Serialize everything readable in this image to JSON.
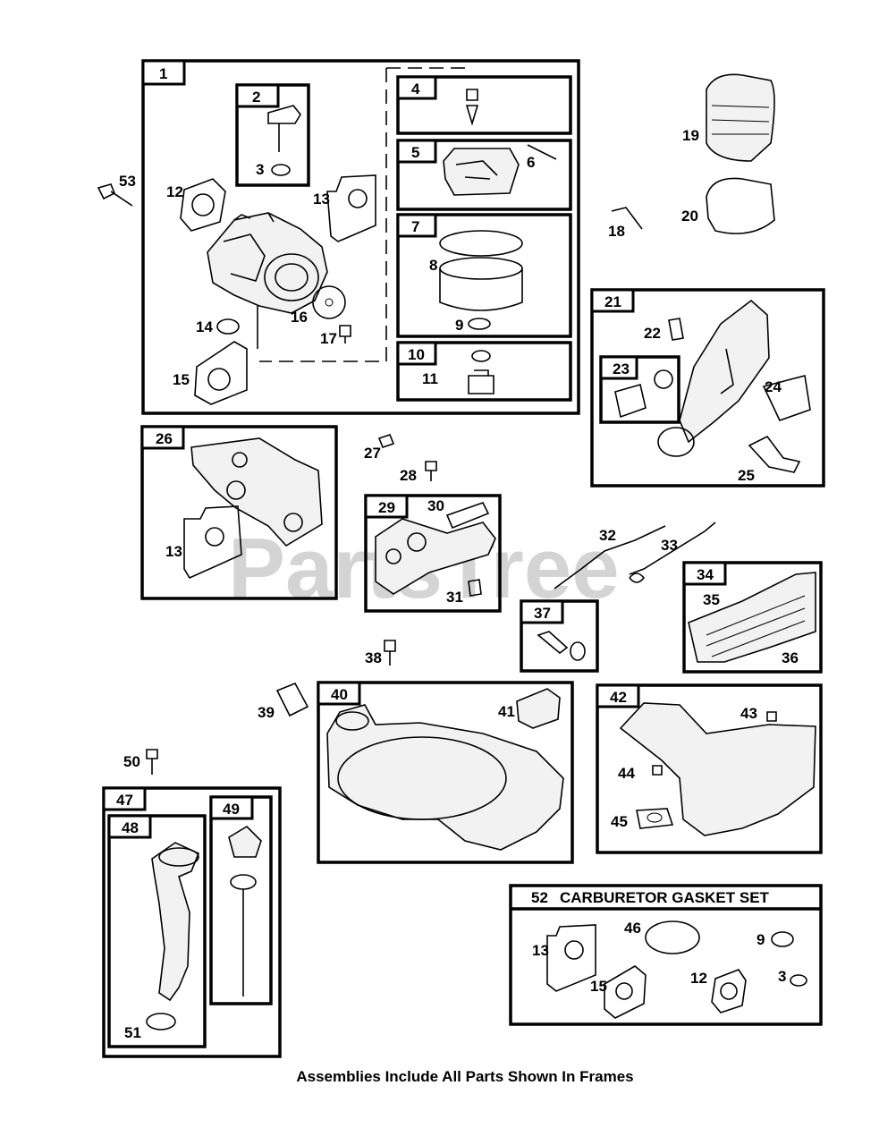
{
  "watermark": "PartsTree",
  "footer_note": "Assemblies Include All Parts Shown In Frames",
  "gasket_set": {
    "number": "52",
    "title": "CARBURETOR  GASKET SET"
  },
  "frames": [
    "1",
    "2",
    "4",
    "5",
    "7",
    "10",
    "21",
    "23",
    "26",
    "29",
    "34",
    "37",
    "40",
    "42",
    "47",
    "48",
    "49"
  ],
  "callouts": [
    "3",
    "6",
    "8",
    "9",
    "11",
    "12",
    "13",
    "14",
    "15",
    "16",
    "17",
    "18",
    "19",
    "20",
    "22",
    "24",
    "25",
    "27",
    "28",
    "30",
    "31",
    "32",
    "33",
    "35",
    "36",
    "38",
    "39",
    "41",
    "43",
    "44",
    "45",
    "46",
    "50",
    "51",
    "53",
    "13",
    "15",
    "12",
    "9",
    "3"
  ]
}
